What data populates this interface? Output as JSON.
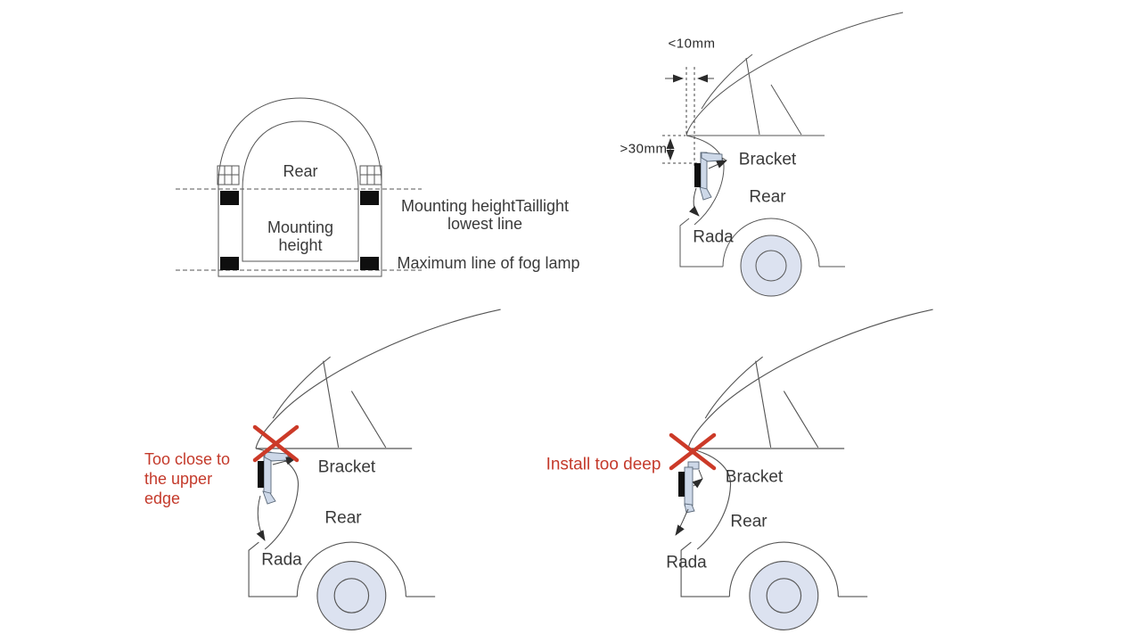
{
  "colors": {
    "line": "#555555",
    "text": "#3a3a3a",
    "warning_red": "#c43a2b",
    "x_mark_red": "#cc3a28",
    "bracket_fill": "#cdd8e8",
    "wheel_fill": "#dce2f0",
    "sensor_black": "#0f0f0f"
  },
  "rear_view": {
    "rear_label": "Rear",
    "mounting_height_line1": "Mounting",
    "mounting_height_line2": "height",
    "taillight_note_line1": "Mounting heightTaillight",
    "taillight_note_line2": "lowest line",
    "fog_lamp_note": "Maximum line of fog lamp"
  },
  "correct_install": {
    "edge_distance_dim": "<10mm",
    "top_distance_dim": ">30mm",
    "bracket_label": "Bracket",
    "rear_label": "Rear",
    "radar_label": "Rada"
  },
  "too_close": {
    "warning_line1": "Too close to",
    "warning_line2": "the upper",
    "warning_line3": "edge",
    "bracket_label": "Bracket",
    "rear_label": "Rear",
    "radar_label": "Rada"
  },
  "too_deep": {
    "warning": "Install too deep",
    "bracket_label": "Bracket",
    "rear_label": "Rear",
    "radar_label": "Rada"
  }
}
